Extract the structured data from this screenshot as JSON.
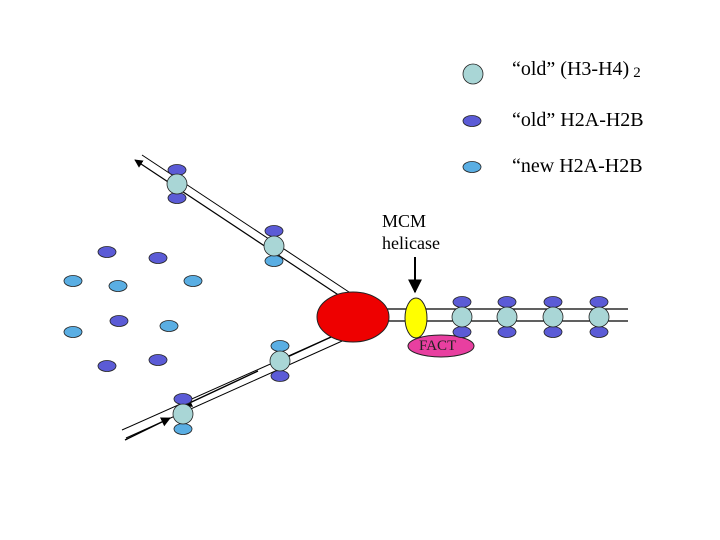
{
  "colors": {
    "old_h3h4": "#a9d6d6",
    "old_h2ah2b": "#5b5bd6",
    "new_h2ah2b": "#5aaee3",
    "mcm_helicase": "#ee0000",
    "fact": "#e83fa0",
    "helicase_accessory": "#ffff00"
  },
  "legend": [
    {
      "text": "“old” (H3-H4)",
      "subscript": "2",
      "icon": "old-h3-h4-tetramer-icon"
    },
    {
      "text": "“old” H2A-H2B",
      "icon": "old-h2a-h2b-dimer-icon"
    },
    {
      "text": "“new H2A-H2B",
      "icon": "new-h2a-h2b-dimer-icon"
    }
  ],
  "mcm_label": {
    "line1": "MCM",
    "line2": "helicase"
  },
  "fact_label": "FACT"
}
